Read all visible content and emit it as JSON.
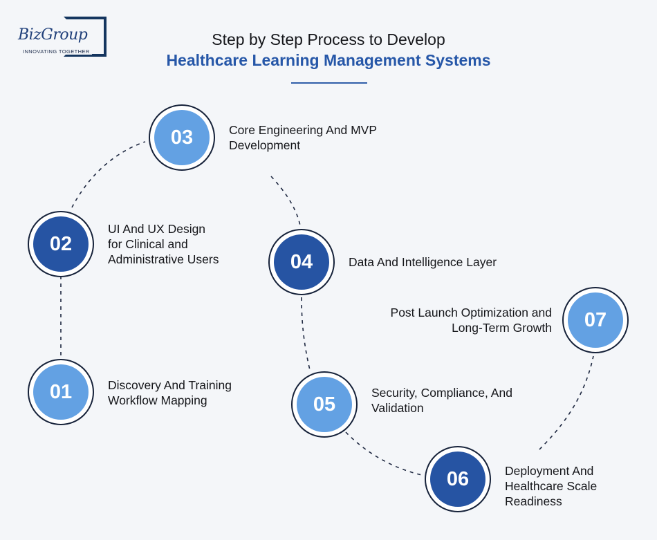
{
  "logo": {
    "wordmark": "BizGroup",
    "tagline": "INNOVATING TOGETHER"
  },
  "title": {
    "line1": "Step by Step Process to Develop",
    "line2": "Healthcare Learning Management Systems"
  },
  "colors": {
    "accent": "#2657a8",
    "node_light": "#63a1e3",
    "node_dark": "#2654a3",
    "outline": "#16223a"
  },
  "steps": [
    {
      "number": "01",
      "label_lines": [
        "Discovery And Training",
        "Workflow Mapping"
      ]
    },
    {
      "number": "02",
      "label_lines": [
        "UI And UX Design",
        "for Clinical and",
        "Administrative Users"
      ]
    },
    {
      "number": "03",
      "label_lines": [
        "Core Engineering And MVP",
        "Development"
      ]
    },
    {
      "number": "04",
      "label_lines": [
        "Data And Intelligence Layer"
      ]
    },
    {
      "number": "05",
      "label_lines": [
        "Security, Compliance, And",
        "Validation"
      ]
    },
    {
      "number": "06",
      "label_lines": [
        "Deployment And",
        "Healthcare Scale",
        "Readiness"
      ]
    },
    {
      "number": "07",
      "label_lines": [
        "Post Launch Optimization and",
        "Long-Term Growth"
      ]
    }
  ]
}
